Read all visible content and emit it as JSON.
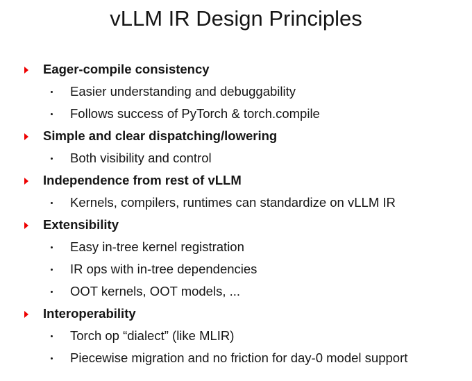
{
  "title": "vLLM IR Design Principles",
  "colors": {
    "accent": "#ee0000",
    "text": "#151515",
    "background": "#ffffff"
  },
  "icons": {
    "level1": "red-triangle-bullet-icon",
    "level2": "dot-bullet-icon"
  },
  "sections": [
    {
      "heading": "Eager-compile consistency",
      "items": [
        "Easier understanding and debuggability",
        "Follows success of PyTorch & torch.compile"
      ]
    },
    {
      "heading": "Simple and clear dispatching/lowering",
      "items": [
        "Both visibility and control"
      ]
    },
    {
      "heading": "Independence from rest of vLLM",
      "items": [
        "Kernels, compilers, runtimes can standardize on vLLM IR"
      ]
    },
    {
      "heading": "Extensibility",
      "items": [
        "Easy in-tree kernel registration",
        "IR ops with in-tree dependencies",
        "OOT kernels, OOT models, ..."
      ]
    },
    {
      "heading": "Interoperability",
      "items": [
        "Torch op “dialect” (like MLIR)",
        "Piecewise migration and no friction for day-0 model support"
      ]
    }
  ]
}
